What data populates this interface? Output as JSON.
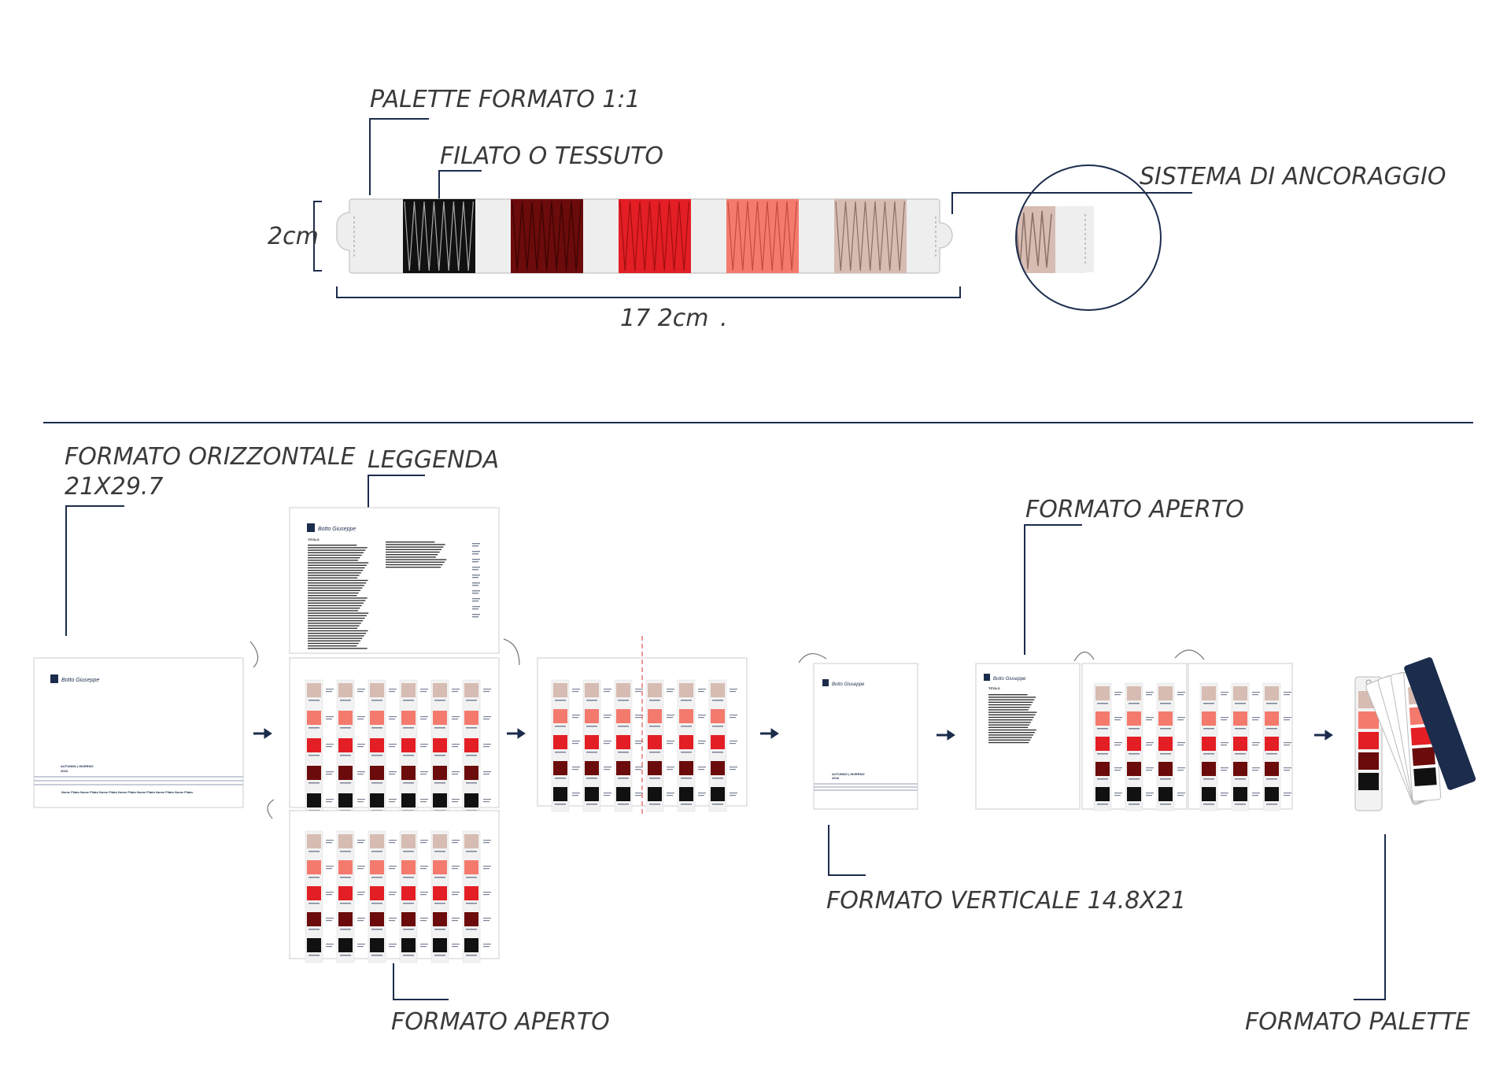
{
  "labels": {
    "palette_formato": "PALETTE FORMATO 1:1",
    "filato_tessuto": "FILATO O TESSUTO",
    "sistema_ancoraggio": "SISTEMA DI ANCORAGGIO",
    "height_dim": "2cm",
    "width_dim": "17 2cm",
    "width_dot": ".",
    "formato_orizzontale_1": "FORMATO ORIZZONTALE",
    "formato_orizzontale_2": "21X29.7",
    "leggenda": "LEGGENDA",
    "formato_aperto_top": "FORMATO APERTO",
    "formato_verticale": "FORMATO VERTICALE 14.8X21",
    "formato_aperto_bottom": "FORMATO APERTO",
    "formato_palette": "FORMATO PALETTE"
  },
  "doc": {
    "brand": "Botto Giuseppe",
    "title": "TITOLO",
    "season": "AUTUNNO | INVERNO",
    "year": "2018",
    "footer": "Nome Filato  Nome Filato  Nome Filato  Nome Filato  Nome Filato  Nome Filato  Nome Filato"
  },
  "swatch_colors": [
    "#111111",
    "#6b0b0b",
    "#e31e24",
    "#f47a6e",
    "#d6bcb2"
  ],
  "colors": {
    "accent_navy": "#1c2c4c",
    "text_gray": "#3a3a3a",
    "strip_gray": "#eeeeee",
    "fold_line": "#e05555"
  },
  "icons": [
    "arrow-right-icon",
    "rotate-arrow-icon",
    "logo-icon"
  ]
}
